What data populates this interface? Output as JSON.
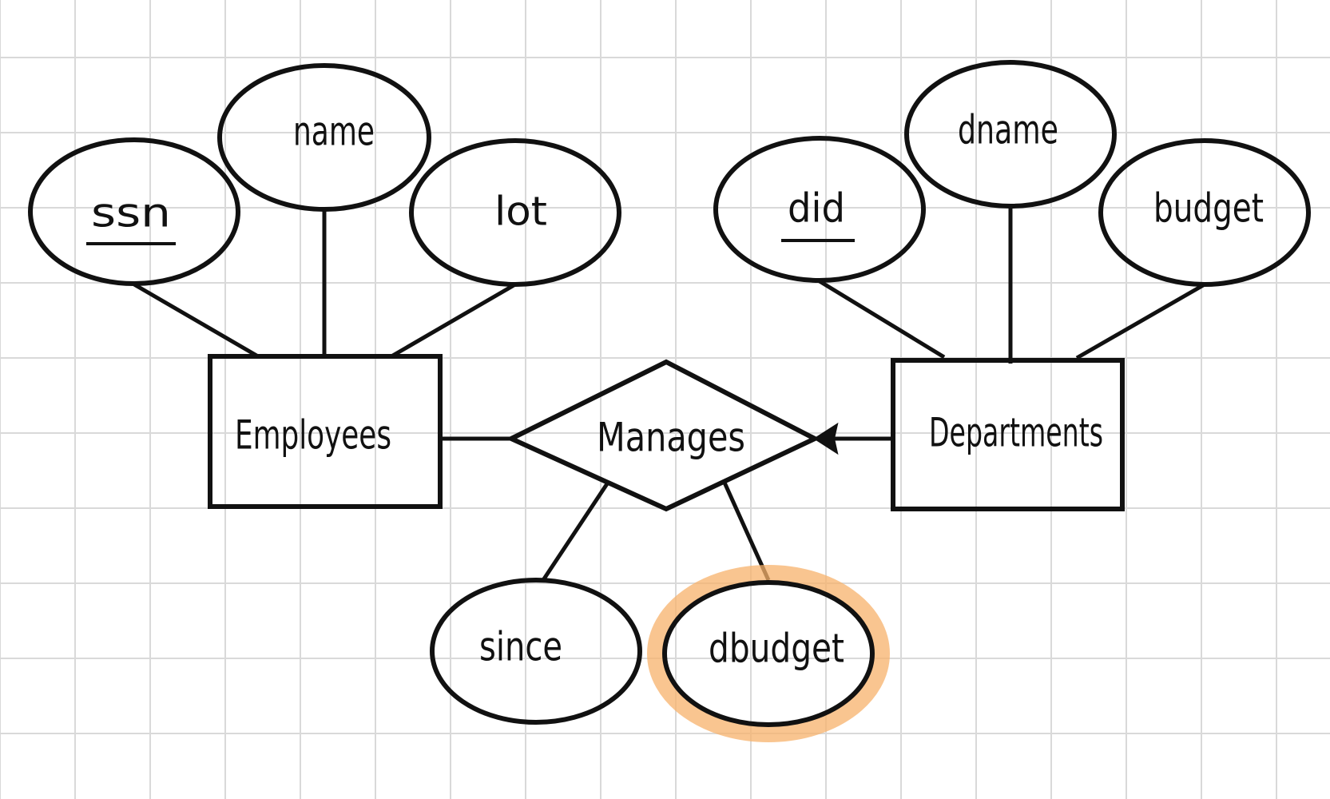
{
  "colors": {
    "ink": "#111111",
    "grid": "#d9d9d9",
    "highlight": "#f7b26b"
  },
  "entities": {
    "employees": "Employees",
    "departments": "Departments"
  },
  "relationship": {
    "manages": "Manages"
  },
  "attributes": {
    "ssn": "ssn",
    "name": "name",
    "lot": "lot",
    "did": "did",
    "dname": "dname",
    "budget": "budget",
    "since": "since",
    "dbudget": "dbudget"
  }
}
